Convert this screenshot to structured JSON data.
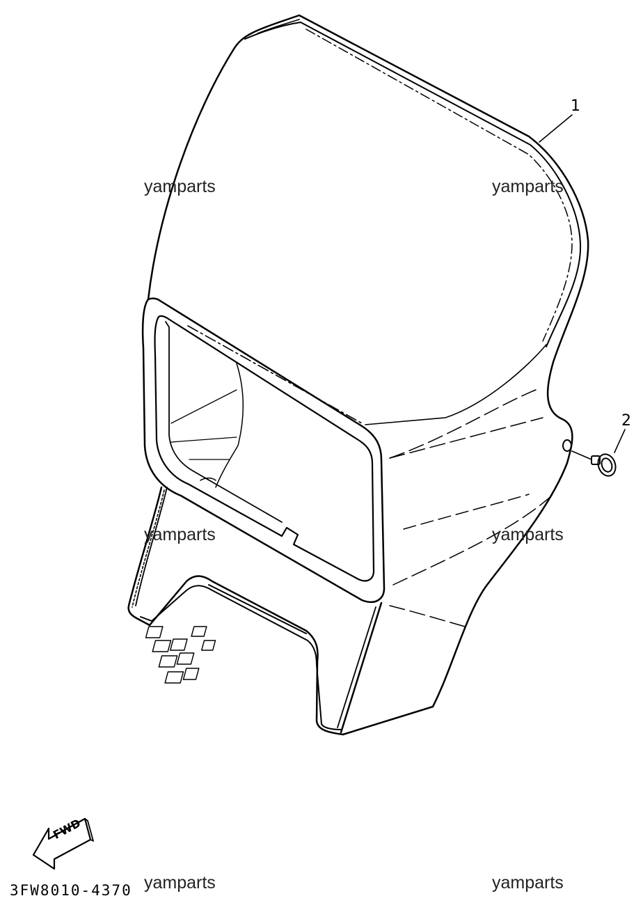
{
  "diagram": {
    "callouts": [
      {
        "id": "1",
        "label": "1"
      },
      {
        "id": "2",
        "label": "2"
      }
    ],
    "fwd_arrow_label": "FWD",
    "part_code": "3FW8010-4370",
    "watermarks": [
      "yamparts",
      "yamparts",
      "yamparts",
      "yamparts",
      "yamparts",
      "yamparts"
    ]
  },
  "colors": {
    "line": "#000000",
    "background": "#ffffff"
  }
}
